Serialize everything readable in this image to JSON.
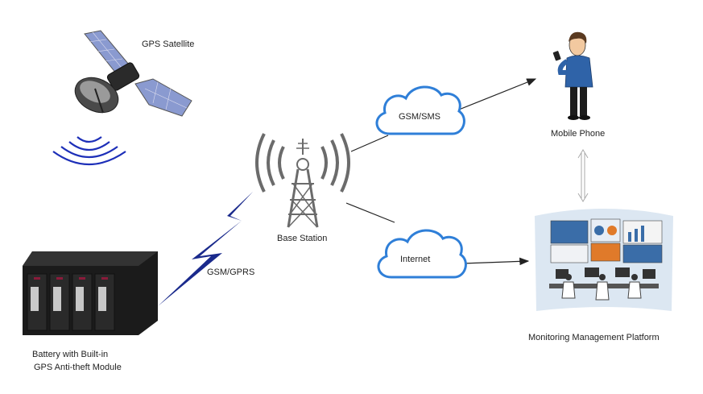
{
  "labels": {
    "gps_satellite": "GPS Satellite",
    "base_station": "Base Station",
    "gsm_sms": "GSM/SMS",
    "internet": "Internet",
    "gsm_gprs": "GSM/GPRS",
    "mobile_phone": "Mobile Phone",
    "monitoring_platform": "Monitoring Management Platform",
    "battery_line1": "Battery with Built-in",
    "battery_line2": "GPS Anti-theft Module"
  },
  "colors": {
    "cloud_stroke": "#2f7fd8",
    "signal_blue": "#1d2fb8",
    "lightning": "#1a2a8c",
    "tower": "#6b6b6b",
    "arrow": "#222222",
    "satellite_panel": "#8a9ad0",
    "battery": "#1b1b1b",
    "screen_wall": "#dce7f2"
  }
}
